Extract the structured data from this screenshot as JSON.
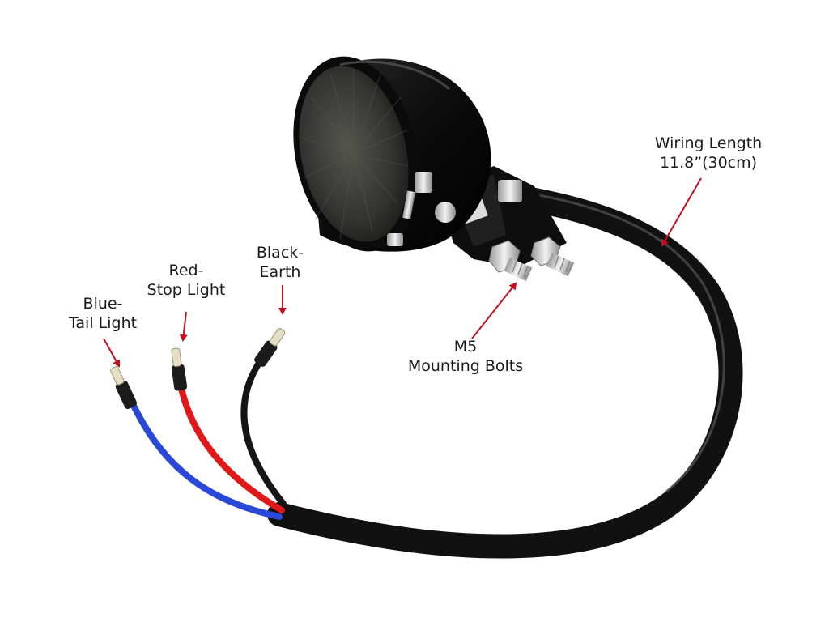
{
  "callouts": {
    "wiring_length": {
      "line1": "Wiring Length",
      "line2": "11.8”(30cm)"
    },
    "mounting_bolts": {
      "line1": "M5",
      "line2": "Mounting Bolts"
    },
    "black_wire": {
      "line1": "Black-",
      "line2": "Earth"
    },
    "red_wire": {
      "line1": "Red-",
      "line2": "Stop Light"
    },
    "blue_wire": {
      "line1": "Blue-",
      "line2": "Tail Light"
    }
  },
  "colors": {
    "arrow": "#c0101e",
    "housing": "#111111",
    "lens": "#3a3a38",
    "chrome": "#d8d8d8",
    "wire_blue": "#2a48d8",
    "wire_red": "#e01818",
    "wire_black": "#151515"
  }
}
